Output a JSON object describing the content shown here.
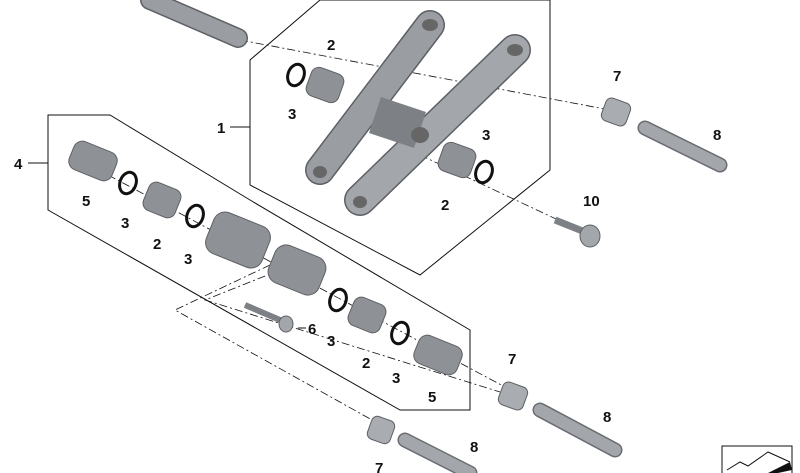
{
  "diagram": {
    "callouts": [
      {
        "id": "c1",
        "label": "2"
      },
      {
        "id": "c2",
        "label": "3"
      },
      {
        "id": "c3",
        "label": "1"
      },
      {
        "id": "c4",
        "label": "3"
      },
      {
        "id": "c5",
        "label": "2"
      },
      {
        "id": "c6",
        "label": "7"
      },
      {
        "id": "c7",
        "label": "8"
      },
      {
        "id": "c8",
        "label": "10"
      },
      {
        "id": "c9",
        "label": "4"
      },
      {
        "id": "c10",
        "label": "5"
      },
      {
        "id": "c11",
        "label": "3"
      },
      {
        "id": "c12",
        "label": "2"
      },
      {
        "id": "c13",
        "label": "3"
      },
      {
        "id": "c14",
        "label": "6"
      },
      {
        "id": "c15",
        "label": "3"
      },
      {
        "id": "c16",
        "label": "2"
      },
      {
        "id": "c17",
        "label": "3"
      },
      {
        "id": "c18",
        "label": "5"
      },
      {
        "id": "c19",
        "label": "7"
      },
      {
        "id": "c20",
        "label": "8"
      },
      {
        "id": "c21",
        "label": "8"
      },
      {
        "id": "c22",
        "label": "7"
      }
    ]
  }
}
